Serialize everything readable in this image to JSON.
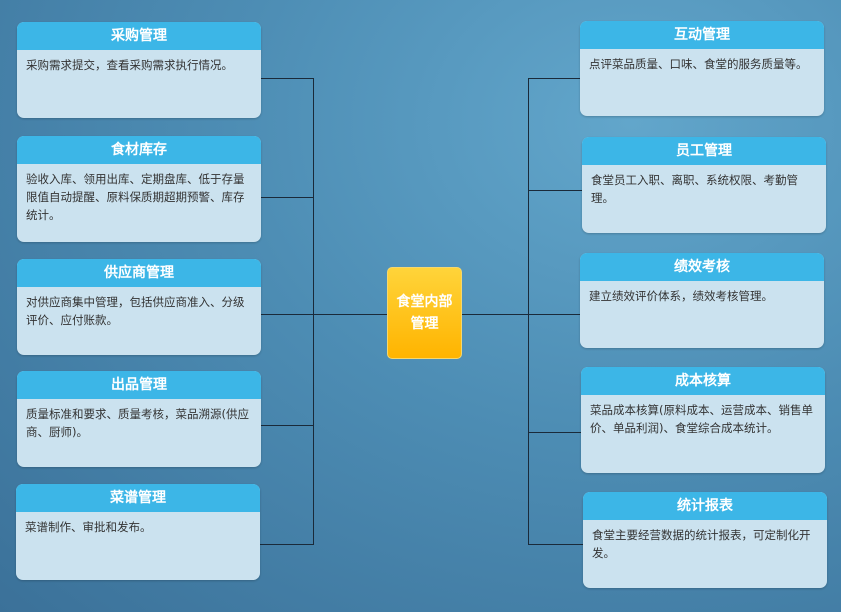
{
  "center": {
    "title": "食堂内部管理"
  },
  "left": [
    {
      "title": "采购管理",
      "desc": "采购需求提交，查看采购需求执行情况。"
    },
    {
      "title": "食材库存",
      "desc": "验收入库、领用出库、定期盘库、低于存量限值自动提醒、原料保质期超期预警、库存统计。"
    },
    {
      "title": "供应商管理",
      "desc": "对供应商集中管理，包括供应商准入、分级评价、应付账款。"
    },
    {
      "title": "出品管理",
      "desc": "质量标准和要求、质量考核，菜品溯源(供应商、厨师)。"
    },
    {
      "title": "菜谱管理",
      "desc": "菜谱制作、审批和发布。"
    }
  ],
  "right": [
    {
      "title": "互动管理",
      "desc": "点评菜品质量、口味、食堂的服务质量等。"
    },
    {
      "title": "员工管理",
      "desc": "食堂员工入职、离职、系统权限、考勤管理。"
    },
    {
      "title": "绩效考核",
      "desc": "建立绩效评价体系，绩效考核管理。"
    },
    {
      "title": "成本核算",
      "desc": "菜品成本核算(原料成本、运营成本、销售单价、单品利润)、食堂综合成本统计。"
    },
    {
      "title": "统计报表",
      "desc": "食堂主要经营数据的统计报表，可定制化开发。"
    }
  ]
}
